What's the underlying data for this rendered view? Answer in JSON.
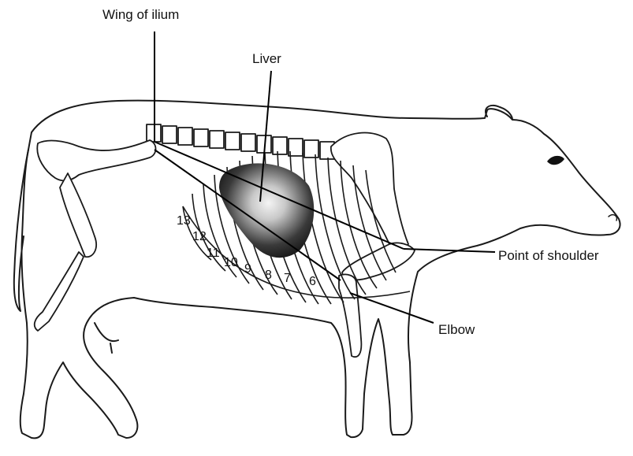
{
  "labels": {
    "wing_of_ilium": "Wing of ilium",
    "liver": "Liver",
    "point_of_shoulder": "Point of shoulder",
    "elbow": "Elbow"
  },
  "rib_numbers": [
    "13",
    "12",
    "11",
    "10",
    "9",
    "8",
    "7",
    "6"
  ],
  "colors": {
    "line": "#1a1a1a",
    "background": "#ffffff",
    "liver_shade": "#2a2a2a"
  }
}
